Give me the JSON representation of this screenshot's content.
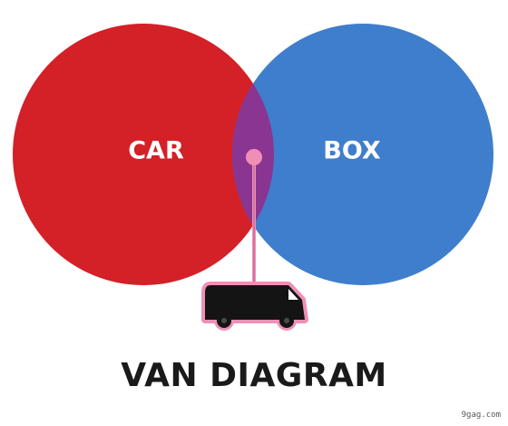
{
  "diagram": {
    "sets": [
      {
        "label": "CAR",
        "color": "#d42027"
      },
      {
        "label": "BOX",
        "color": "#3f7ecc"
      }
    ],
    "intersection_color": "#8a3592",
    "pointer_color": "#ef8fb6",
    "pointer_icon": "van-icon",
    "title": "VAN DIAGRAM"
  },
  "watermark": "9gag.com"
}
